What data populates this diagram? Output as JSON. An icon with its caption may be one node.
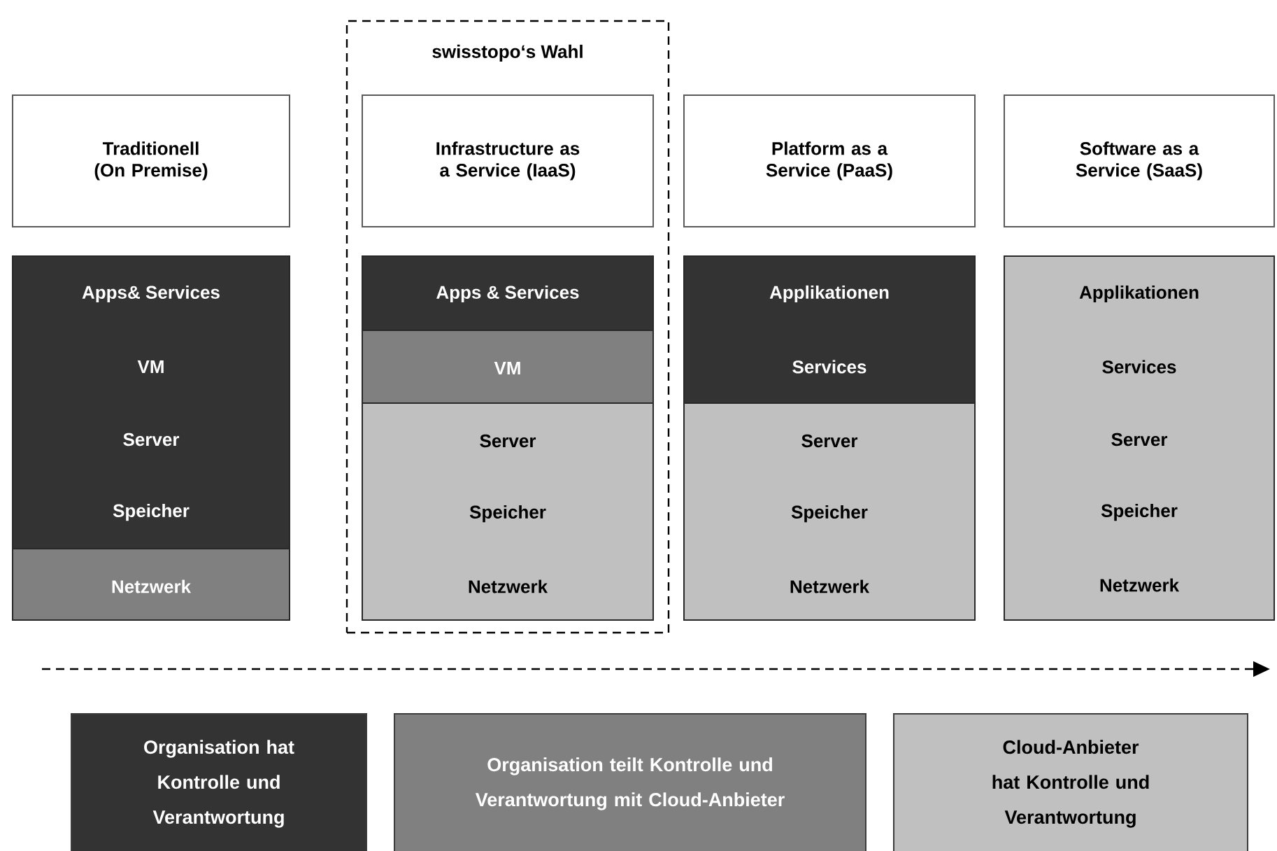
{
  "diagram": {
    "nodes": [
      {
        "text": [
          "Traditionell (On Premise)"
        ]
      },
      {
        "text": [
          "swisstopo‘s Wahl"
        ]
      },
      {
        "text": [
          "Infrastructure as a Service (IaaS)"
        ],
        "in": 1
      },
      {
        "text": [
          "Platform as a Service (PaaS)"
        ]
      },
      {
        "text": [
          "Software as a Service (SaaS)"
        ]
      },
      {
        "text": [
          "Apps& Services",
          "VM",
          "Server",
          "Speicher"
        ]
      },
      {
        "text": [
          "Netzwerk"
        ]
      },
      {
        "text": [
          "Apps & Services"
        ],
        "in": 1
      },
      {
        "text": [
          "VM"
        ],
        "in": 1
      },
      {
        "text": [
          "Server",
          "Speicher",
          "Netzwerk"
        ],
        "in": 1
      },
      {
        "text": [
          "Applikationen",
          "Services"
        ]
      },
      {
        "text": [
          "Server",
          "Speicher",
          "Netzwerk"
        ]
      },
      {
        "text": [
          "Applikationen",
          "Services",
          "Server",
          "Speicher",
          "Netzwerk"
        ]
      }
    ],
    "legend": [
      {
        "text": "Organisation hat Kontrolle und Verantwortung",
        "color": "#333333"
      },
      {
        "text": "Organisation teilt Kontrolle und Verantwortung mit Cloud-Anbieter",
        "color": "#808080"
      },
      {
        "text": "Cloud-Anbieter hat Kontrolle und Verantwortung",
        "color": "#c0c0c0"
      }
    ]
  }
}
